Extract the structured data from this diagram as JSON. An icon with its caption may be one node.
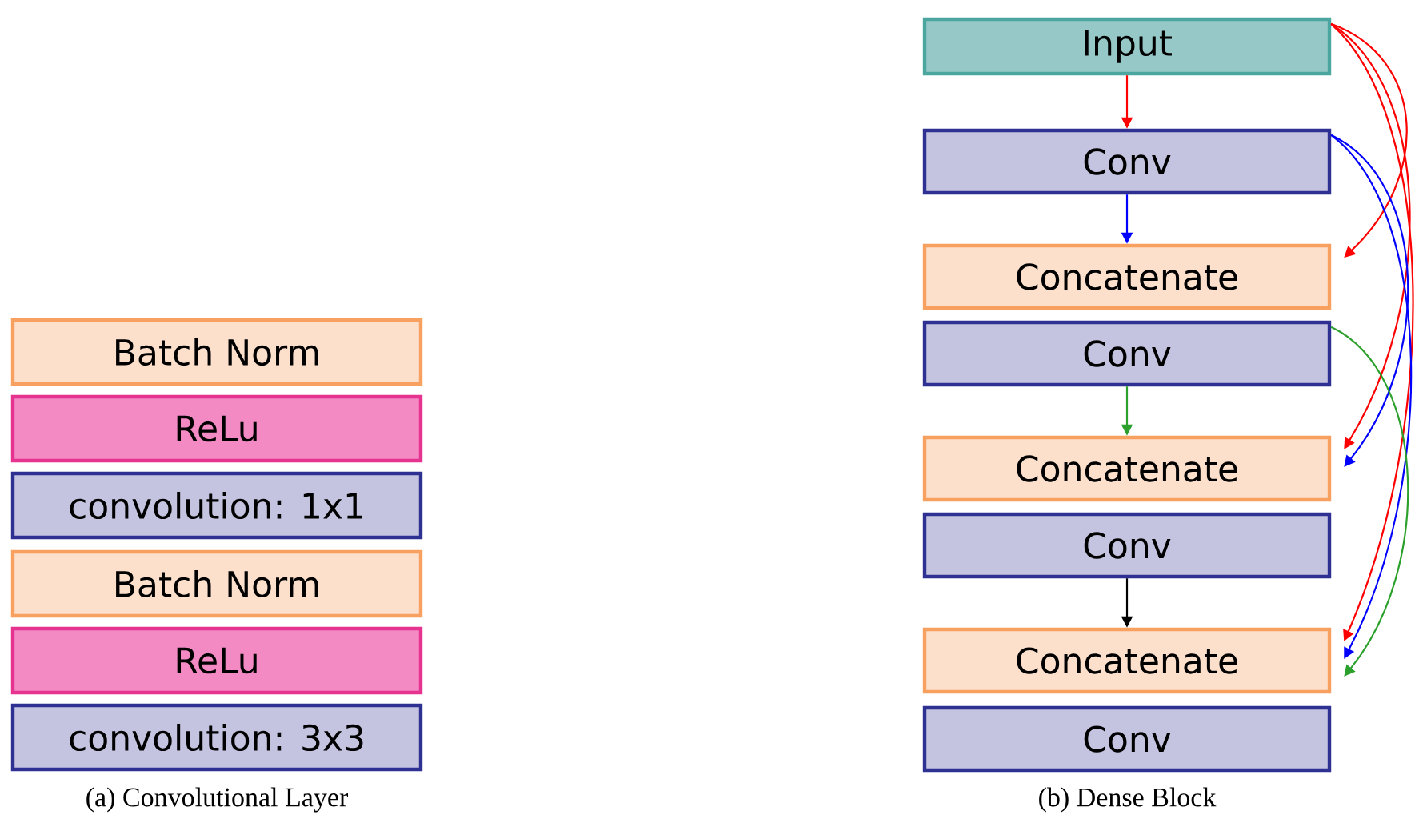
{
  "diagram": {
    "nodes": [
      {
        "text": [
          "Batch Norm"
        ]
      },
      {
        "text": [
          "ReLu"
        ]
      },
      {
        "text": [
          "convolution: 1x1"
        ]
      },
      {
        "text": [
          "Batch Norm"
        ]
      },
      {
        "text": [
          "ReLu"
        ]
      },
      {
        "text": [
          "convolution: 3x3"
        ]
      },
      {
        "text": [
          "Input"
        ]
      },
      {
        "text": [
          "Conv"
        ]
      },
      {
        "text": [
          "Concatenate"
        ]
      },
      {
        "text": [
          "Conv"
        ]
      },
      {
        "text": [
          "Concatenate"
        ]
      },
      {
        "text": [
          "Conv"
        ]
      },
      {
        "text": [
          "Concatenate"
        ]
      },
      {
        "text": [
          "Conv"
        ]
      }
    ],
    "edges": [
      {
        "from": 6,
        "to": 7,
        "arrow": "to",
        "color": "#ff0000"
      },
      {
        "from": 7,
        "to": 8,
        "arrow": "to",
        "color": "#0000ff"
      },
      {
        "from": 9,
        "to": 10,
        "arrow": "to",
        "color": "#2ca02c"
      },
      {
        "from": 11,
        "to": 12,
        "arrow": "to",
        "color": "#000000"
      },
      {
        "from": 6,
        "to": 8,
        "arrow": "to",
        "color": "#ff0000"
      },
      {
        "from": 6,
        "to": 10,
        "arrow": "to",
        "color": "#ff0000"
      },
      {
        "from": 6,
        "to": 12,
        "arrow": "to",
        "color": "#ff0000"
      },
      {
        "from": 7,
        "to": 10,
        "arrow": "to",
        "color": "#0000ff"
      },
      {
        "from": 7,
        "to": 12,
        "arrow": "to",
        "color": "#0000ff"
      },
      {
        "from": 9,
        "to": 12,
        "arrow": "to",
        "color": "#2ca02c"
      }
    ],
    "labels": [
      "(a)  Convolutional Layer",
      "(b)  Dense Block"
    ]
  }
}
